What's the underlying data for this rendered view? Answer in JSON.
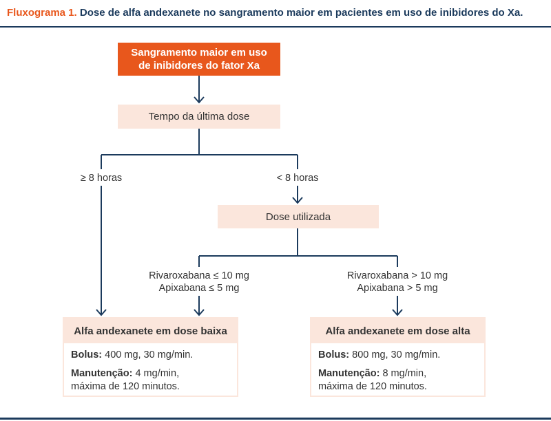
{
  "header": {
    "prefix": "Fluxograma 1.",
    "title": "Dose de alfa andexanete no sangramento maior em pacientes em uso de inibidores do Xa."
  },
  "colors": {
    "accent": "#e8571c",
    "navy": "#1b3a5c",
    "light_box": "#fbe6dc"
  },
  "nodes": {
    "start_line1": "Sangramento maior em uso",
    "start_line2": "de inibidores do fator Xa",
    "time": "Tempo da última dose",
    "dose": "Dose utilizada"
  },
  "branches": {
    "ge8": "≥ 8 horas",
    "lt8": "< 8 horas",
    "low_line1": "Rivaroxabana ≤ 10 mg",
    "low_line2": "Apixabana ≤ 5 mg",
    "high_line1": "Rivaroxabana > 10 mg",
    "high_line2": "Apixabana > 5 mg"
  },
  "results": {
    "low": {
      "title": "Alfa andexanete em dose baixa",
      "bolus_label": "Bolus:",
      "bolus_value": "400 mg, 30 mg/min.",
      "maint_label": "Manutenção:",
      "maint_value1": "4 mg/min,",
      "maint_value2": "máxima de 120 minutos."
    },
    "high": {
      "title": "Alfa andexanete em dose alta",
      "bolus_label": "Bolus:",
      "bolus_value": "800 mg, 30 mg/min.",
      "maint_label": "Manutenção:",
      "maint_value1": "8 mg/min,",
      "maint_value2": "máxima de 120 minutos."
    }
  }
}
